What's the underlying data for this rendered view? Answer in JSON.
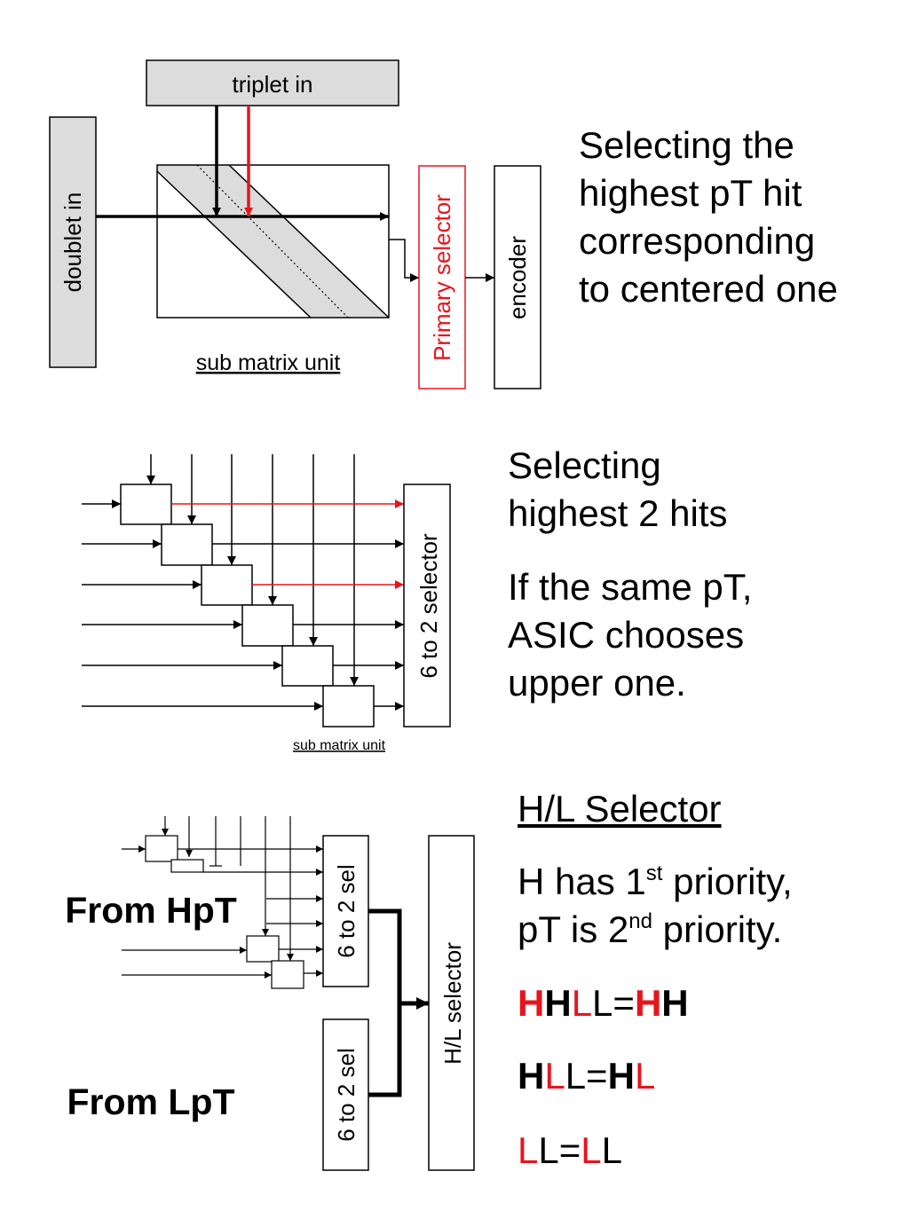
{
  "section1": {
    "triplet_in": "triplet in",
    "doublet_in": "doublet in",
    "sub_matrix_unit": "sub matrix unit",
    "primary_selector": "Primary selector",
    "encoder": "encoder",
    "note": [
      "Selecting the",
      "highest pT hit",
      "corresponding",
      "to centered one"
    ]
  },
  "section2": {
    "selector": "6 to 2 selector",
    "sub_matrix_unit": "sub matrix unit",
    "note1": [
      "Selecting",
      "highest 2 hits"
    ],
    "note2": [
      "If the same pT,",
      "ASIC chooses",
      "upper one."
    ]
  },
  "section3": {
    "sel_top": "6 to 2 sel",
    "sel_bottom": "6 to 2 sel",
    "hl_selector": "H/L selector",
    "from_hpt": "From HpT",
    "from_lpt": "From LpT",
    "heading": "H/L Selector",
    "priority_line1": {
      "pre": "H has 1",
      "sup": "st",
      "post": " priority,"
    },
    "priority_line2": {
      "pre": "pT is 2",
      "sup": "nd",
      "post": " priority."
    },
    "rule1": [
      "H",
      "H",
      "L",
      "L=",
      "H",
      "H"
    ],
    "rule2": [
      "H",
      "L",
      "L=",
      "H",
      "L"
    ],
    "rule3": [
      "L",
      "L=",
      "L",
      "L"
    ]
  },
  "colors": {
    "red": "#e8141c",
    "gray": "#dcdcdc",
    "black": "#000000"
  }
}
